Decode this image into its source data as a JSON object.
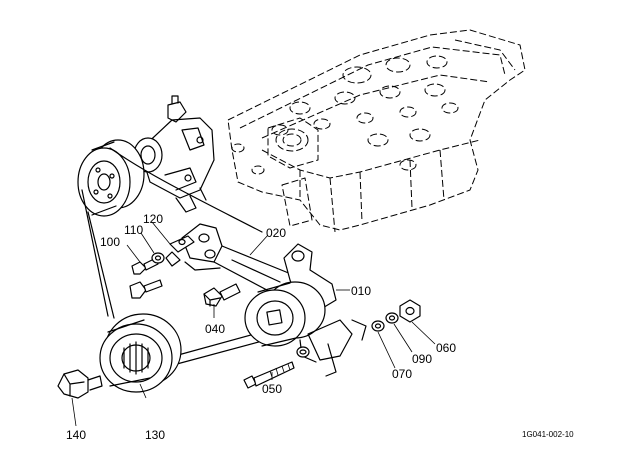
{
  "diagram": {
    "part_numbers": {
      "p010": "010",
      "p020": "020",
      "p040": "040",
      "p050": "050",
      "p060": "060",
      "p070": "070",
      "p090": "090",
      "p100": "100",
      "p110": "110",
      "p120": "120",
      "p130": "130",
      "p140": "140"
    },
    "reference_code": "1G041-002-10"
  }
}
